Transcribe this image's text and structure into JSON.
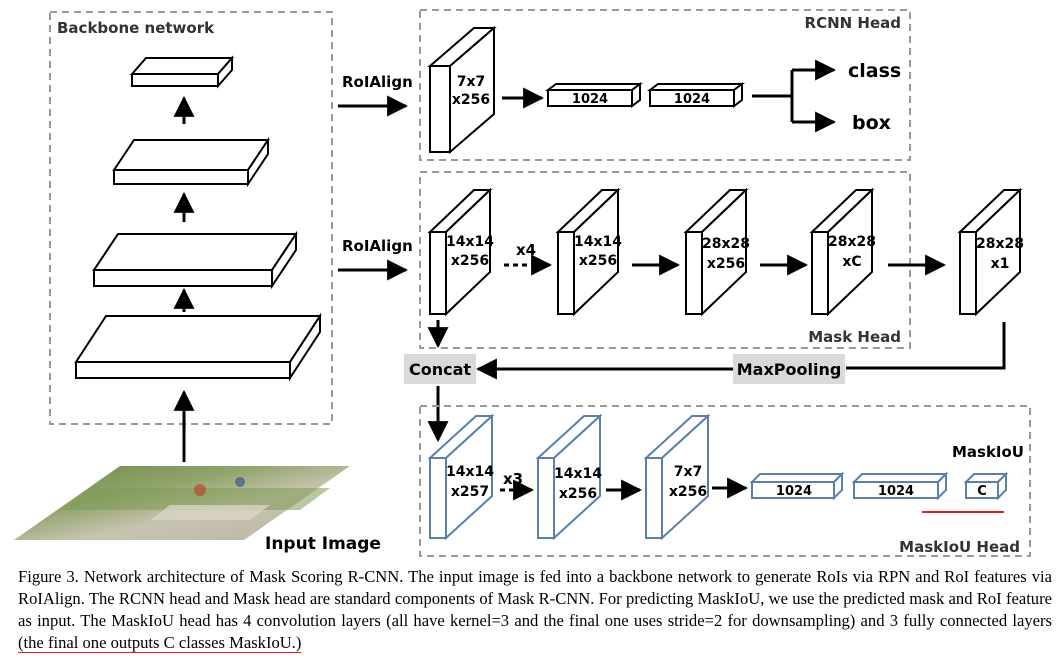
{
  "figure": {
    "panels": {
      "backbone_title": "Backbone network",
      "rcnn_title": "RCNN Head",
      "mask_title": "Mask Head",
      "maskiou_title": "MaskIoU Head"
    },
    "input_label": "Input Image",
    "roialign_labels": [
      "RoIAlign",
      "RoIAlign"
    ],
    "rcnn": {
      "feature": [
        "7x7",
        "x256"
      ],
      "fc": [
        "1024",
        "1024"
      ],
      "outputs": [
        "class",
        "box"
      ]
    },
    "mask": {
      "blocks": [
        [
          "14x14",
          "x256"
        ],
        [
          "14x14",
          "x256"
        ],
        [
          "28x28",
          "x256"
        ],
        [
          "28x28",
          "xC"
        ],
        [
          "28x28",
          "x1"
        ]
      ],
      "repeat": "x4"
    },
    "concat_label": "Concat",
    "maxpool_label": "MaxPooling",
    "maskiou": {
      "blocks": [
        [
          "14x14",
          "x257"
        ],
        [
          "14x14",
          "x256"
        ],
        [
          "7x7",
          "x256"
        ]
      ],
      "repeat": "x3",
      "fc": [
        "1024",
        "1024"
      ],
      "output": "C",
      "output_title": "MaskIoU"
    },
    "colors": {
      "maskiou_stroke": "#5b7fa6",
      "highlight_red": "#e02020",
      "label_box_gray": "#d9d9d9",
      "panel_border": "#999999"
    }
  },
  "caption": {
    "main": "Figure 3. Network architecture of Mask Scoring R-CNN. The input image is fed into a backbone network to generate RoIs via RPN and RoI features via RoIAlign. The RCNN head and Mask head are standard components of Mask R-CNN. For predicting MaskIoU, we use the predicted mask and RoI feature as input. The MaskIoU head has 4 convolution layers (all have kernel=3 and the final one uses stride=2 for downsampling) and 3 fully connected layers ",
    "underlined": "(the final one outputs C classes MaskIoU.)"
  }
}
